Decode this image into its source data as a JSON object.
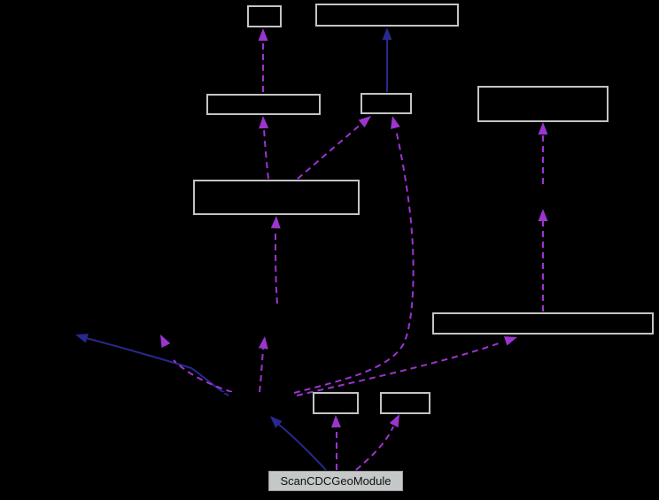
{
  "diagram": {
    "type": "collaboration-graph",
    "background_color": "#000000",
    "central_node": {
      "label": "ScanCDCGeoModule"
    },
    "nodes": [
      {
        "id": "node-top-small",
        "label": ""
      },
      {
        "id": "node-top-wide",
        "label": ""
      },
      {
        "id": "node-row2-left",
        "label": ""
      },
      {
        "id": "node-row2-middle",
        "label": ""
      },
      {
        "id": "node-row2-right",
        "label": ""
      },
      {
        "id": "node-row3",
        "label": ""
      },
      {
        "id": "node-row4-wide",
        "label": ""
      },
      {
        "id": "node-small-left",
        "label": ""
      },
      {
        "id": "node-small-right",
        "label": ""
      }
    ],
    "hidden_nodes_count": 5,
    "edges": {
      "inheritance_count": 3,
      "usage_count": 12,
      "inheritance_style": "solid",
      "usage_style": "dashed"
    },
    "colors": {
      "box_border": "#c4c4c4",
      "central_fill": "#c5c8c8",
      "central_text": "#111111",
      "inheritance_edge": "#28288e",
      "usage_edge": "#9c35cf"
    }
  }
}
